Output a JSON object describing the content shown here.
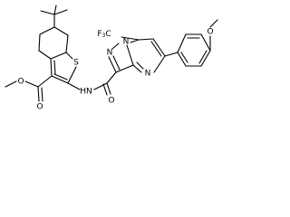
{
  "molecule": {
    "atom_labels": {
      "f3c": "F",
      "f3c_sub": "3",
      "f3c_c": "C",
      "o_ester_dbl": "O",
      "o_ester": "O",
      "s_thiophene": "S",
      "nh_amide": "HN",
      "o_amide": "O",
      "n_pyrazole": "N",
      "n_bridge": "N",
      "n_pyrimidine": "N",
      "o_methoxy": "O"
    }
  }
}
